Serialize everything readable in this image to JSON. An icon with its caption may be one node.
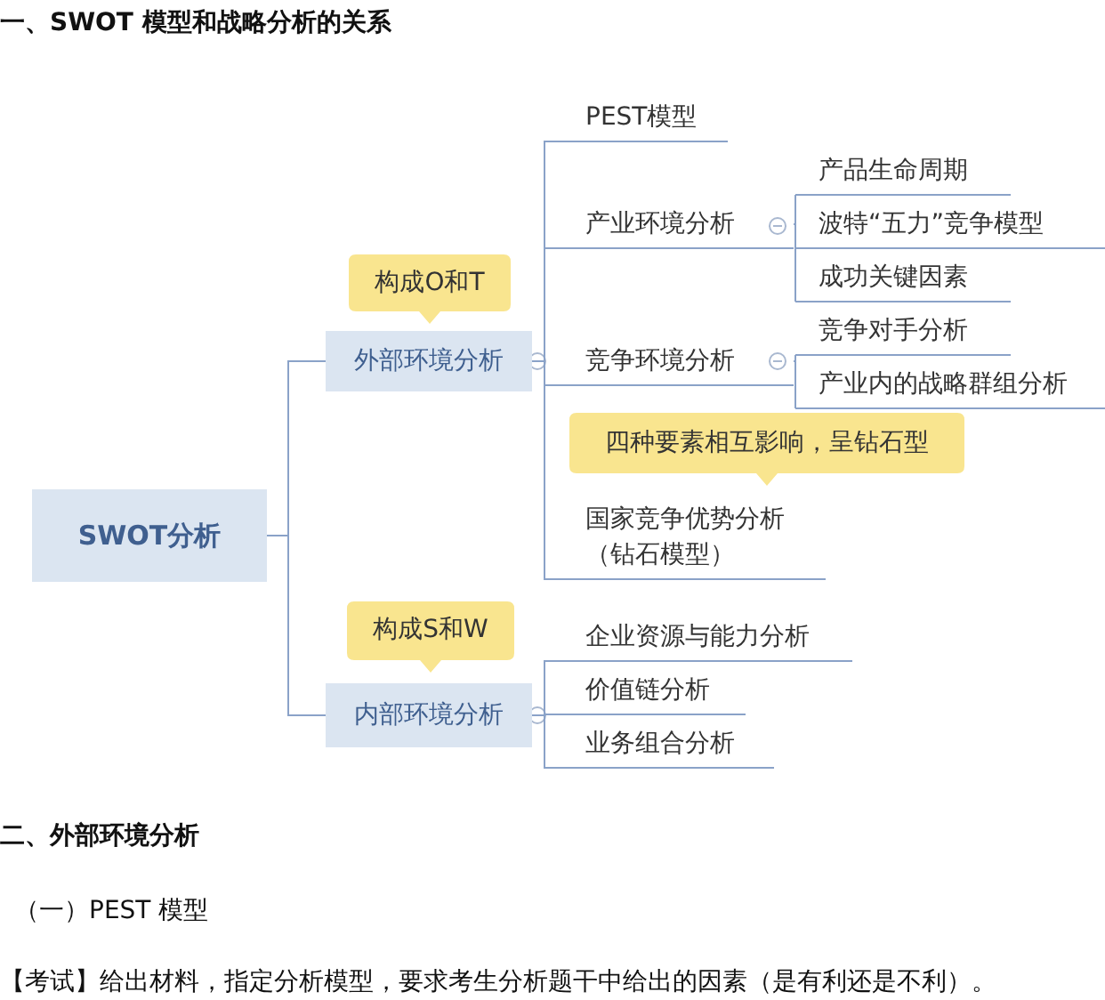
{
  "diagram": {
    "title": "一、SWOT 模型和战略分析的关系",
    "nodes": [
      {
        "text": [
          "SWOT分析"
        ]
      },
      {
        "text": [
          "外部环境分析"
        ]
      },
      {
        "text": [
          "内部环境分析"
        ]
      },
      {
        "text": [
          "构成O和T"
        ]
      },
      {
        "text": [
          "构成S和W"
        ]
      },
      {
        "text": [
          "PEST模型"
        ]
      },
      {
        "text": [
          "产业环境分析"
        ]
      },
      {
        "text": [
          "竞争环境分析"
        ]
      },
      {
        "text": [
          "四种要素相互影响，呈钻石型"
        ]
      },
      {
        "text": [
          "国家竞争优势分析（钻石模型）"
        ]
      },
      {
        "text": [
          "企业资源与能力分析"
        ]
      },
      {
        "text": [
          "价值链分析"
        ]
      },
      {
        "text": [
          "业务组合分析"
        ]
      },
      {
        "text": [
          "产品生命周期"
        ]
      },
      {
        "text": [
          "波特“五力”竞争模型"
        ]
      },
      {
        "text": [
          "成功关键因素"
        ]
      },
      {
        "text": [
          "竞争对手分析"
        ]
      },
      {
        "text": [
          "产业内的战略群组分析"
        ]
      }
    ],
    "edges": [
      {
        "from": 0,
        "to": 1,
        "arrow": "none"
      },
      {
        "from": 0,
        "to": 2,
        "arrow": "none"
      },
      {
        "from": 1,
        "to": 5,
        "arrow": "none"
      },
      {
        "from": 1,
        "to": 6,
        "arrow": "none"
      },
      {
        "from": 1,
        "to": 7,
        "arrow": "none"
      },
      {
        "from": 1,
        "to": 9,
        "arrow": "none"
      },
      {
        "from": 6,
        "to": 13,
        "arrow": "none"
      },
      {
        "from": 6,
        "to": 14,
        "arrow": "none"
      },
      {
        "from": 6,
        "to": 15,
        "arrow": "none"
      },
      {
        "from": 7,
        "to": 16,
        "arrow": "none"
      },
      {
        "from": 7,
        "to": 17,
        "arrow": "none"
      },
      {
        "from": 2,
        "to": 10,
        "arrow": "none"
      },
      {
        "from": 2,
        "to": 11,
        "arrow": "none"
      },
      {
        "from": 2,
        "to": 12,
        "arrow": "none"
      }
    ],
    "labels": [
      "二、外部环境分析",
      "（一）PEST 模型",
      "【考试】给出材料，指定分析模型，要求考生分析题干中给出的因素（是有利还是不利）。"
    ]
  }
}
